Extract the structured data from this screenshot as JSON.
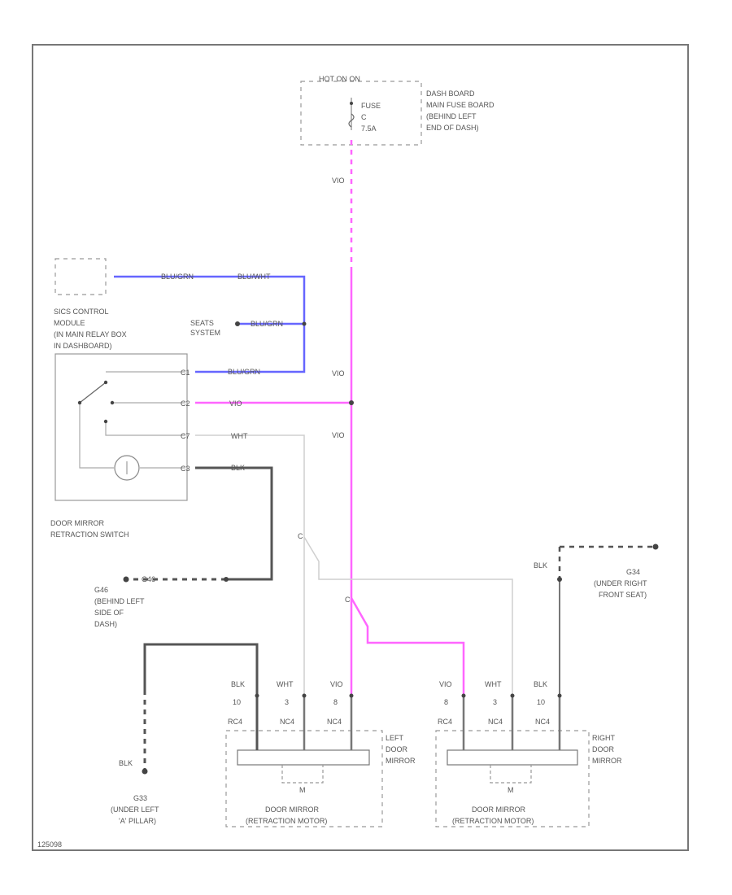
{
  "fuse_box": {
    "title": "HOT ON ON",
    "fuse_line1": "FUSE",
    "fuse_line2": "C",
    "fuse_line3": "7.5A",
    "desc1": "DASH BOARD",
    "desc2": "MAIN FUSE BOARD",
    "desc3": "(BEHIND LEFT",
    "desc4": "END OF DASH)"
  },
  "wires": {
    "vio_top": "VIO",
    "vio_mid": "VIO",
    "vio_lower": "VIO",
    "vio_branch": "VIO",
    "blu_grn_top": "BLU/GRN",
    "blu_grn_top2": "BLU/WHT",
    "blu_grn_mid": "BLU/GRN",
    "blu_grn_low": "BLU/GRN",
    "wht": "WHT",
    "blk_switch": "BLK",
    "blk_ground": "BLK",
    "blk_right": "BLK"
  },
  "sics": {
    "line1": "SICS CONTROL",
    "line2": "MODULE",
    "line3": "(IN MAIN RELAY BOX",
    "line4": "IN DASHBOARD)",
    "pin1": "C1",
    "pin2": "C2",
    "pin3": "C7",
    "pin4": "C3"
  },
  "seats": {
    "line1": "SEATS",
    "line2": "SYSTEM"
  },
  "switch": {
    "line1": "DOOR MIRROR",
    "line2": "RETRACTION SWITCH"
  },
  "ground_left_dash": {
    "id": "G46",
    "line1": "(BEHIND LEFT",
    "line2": "SIDE OF",
    "line3": "DASH)"
  },
  "ground_left_pillar": {
    "id": "G33",
    "line1": "(UNDER LEFT",
    "line2": "'A' PILLAR)"
  },
  "ground_right_seat": {
    "id": "G34",
    "line1": "(UNDER RIGHT",
    "line2": "FRONT SEAT)"
  },
  "left_mirror": {
    "side1": "LEFT",
    "side2": "DOOR",
    "side3": "MIRROR",
    "wire1": "BLK",
    "wire2": "WHT",
    "wire3": "VIO",
    "pin1": "10",
    "pin2": "3",
    "pin3": "8",
    "conn1": "RC4",
    "conn2": "NC4",
    "conn3": "NC4",
    "motor": "M",
    "label1": "DOOR MIRROR",
    "label2": "(RETRACTION MOTOR)"
  },
  "right_mirror": {
    "side1": "RIGHT",
    "side2": "DOOR",
    "side3": "MIRROR",
    "wire1": "VIO",
    "wire2": "WHT",
    "wire3": "BLK",
    "pin1": "8",
    "pin2": "3",
    "pin3": "10",
    "conn1": "RC4",
    "conn2": "NC4",
    "conn3": "NC4",
    "motor": "M",
    "label1": "DOOR MIRROR",
    "label2": "(RETRACTION MOTOR)"
  },
  "footer_code": "125098"
}
